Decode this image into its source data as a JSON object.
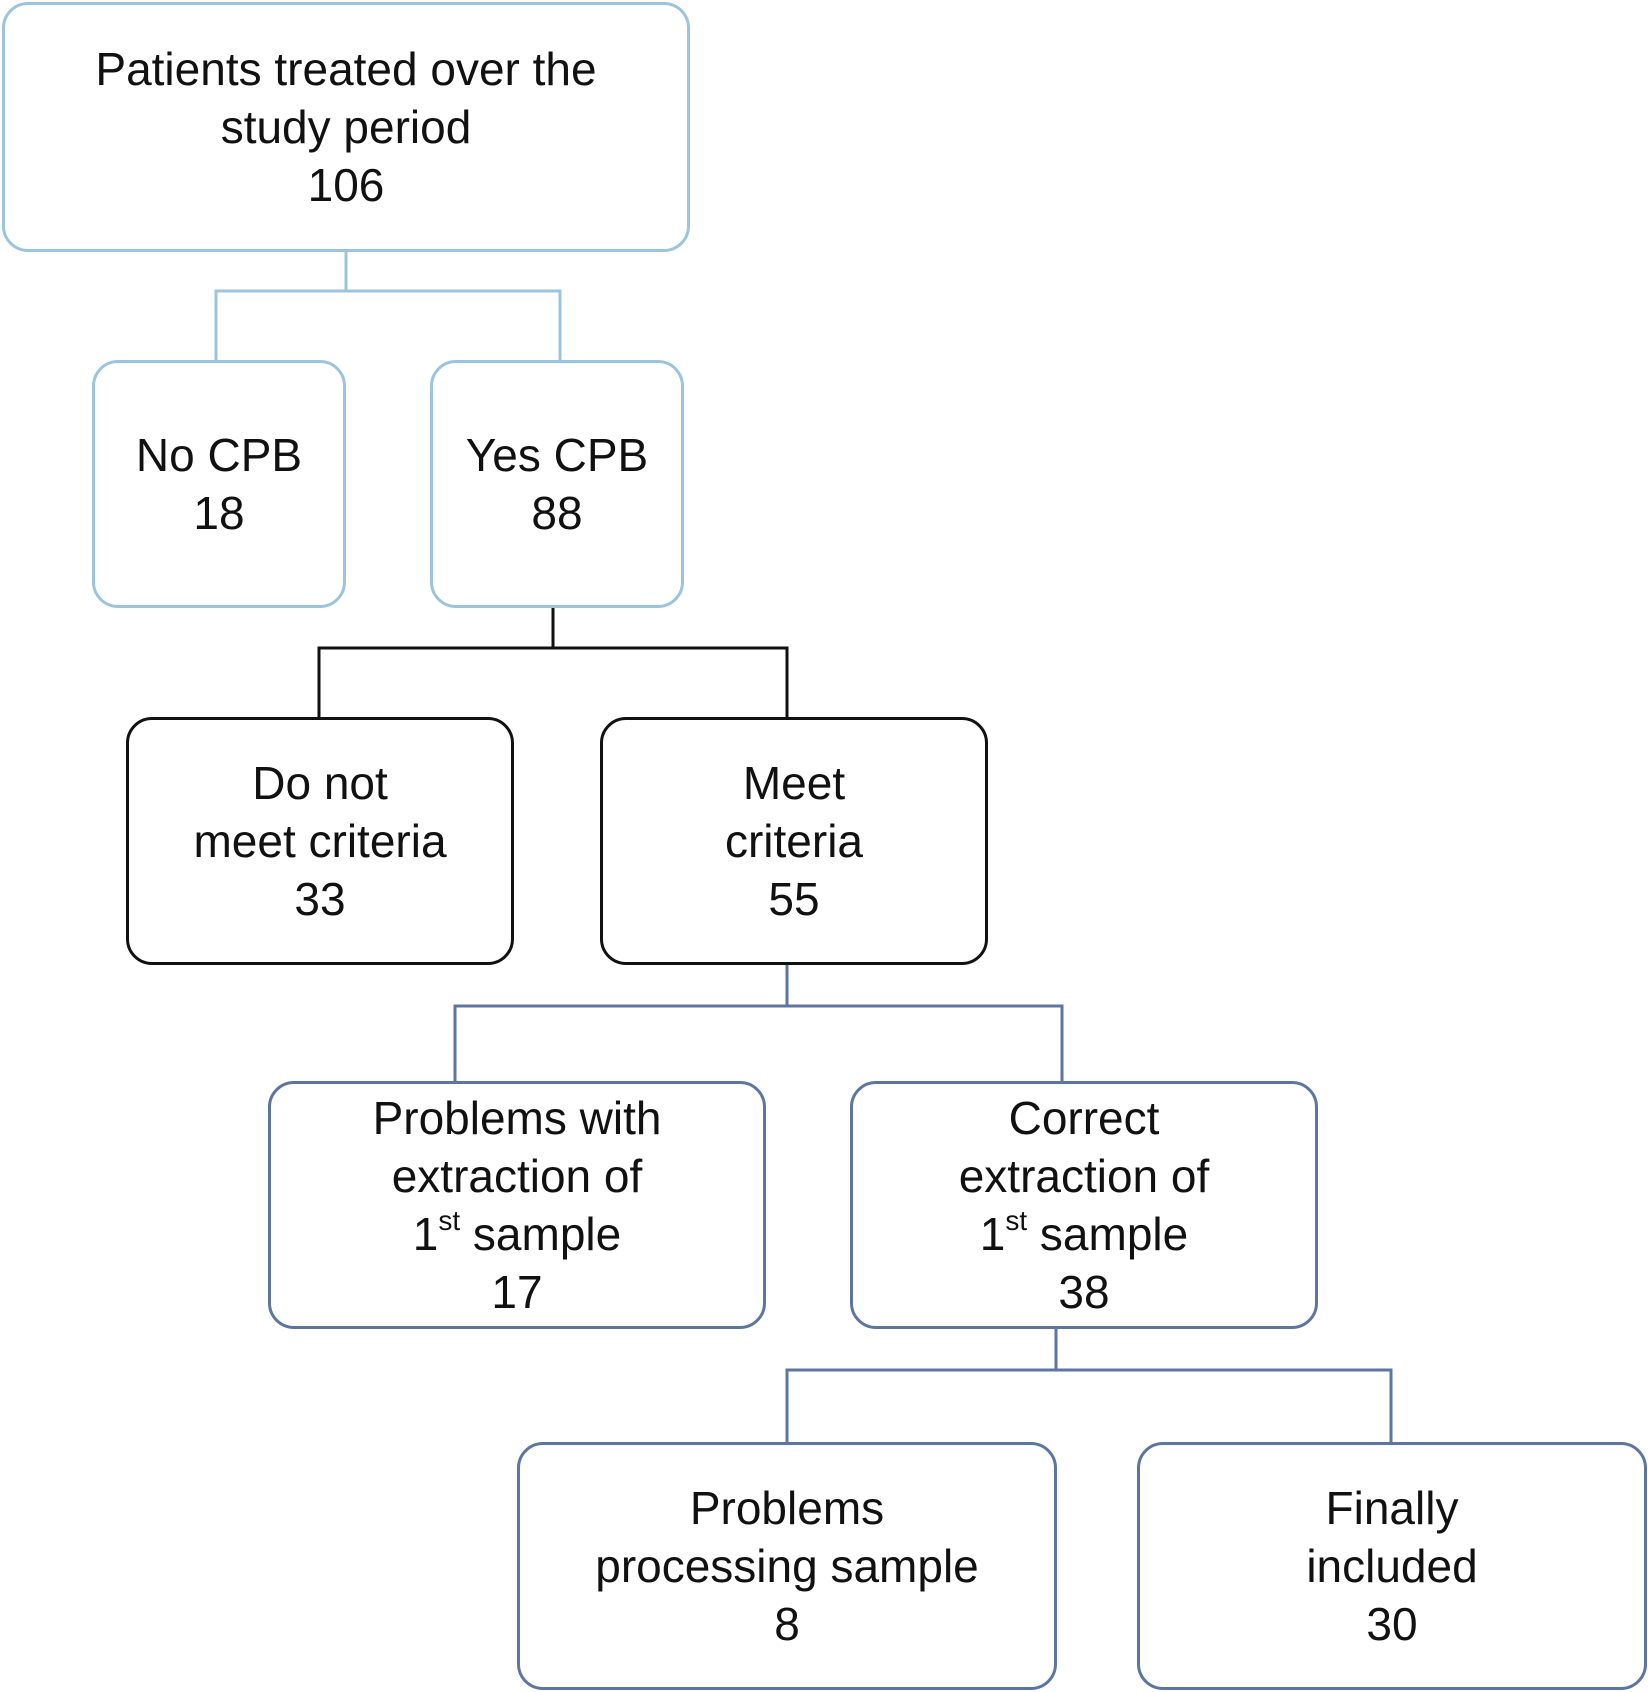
{
  "nodes": {
    "total": {
      "lines": [
        "Patients treated over the",
        "study period"
      ],
      "count": "106"
    },
    "no_cpb": {
      "lines": [
        "No CPB"
      ],
      "count": "18"
    },
    "yes_cpb": {
      "lines": [
        "Yes CPB"
      ],
      "count": "88"
    },
    "not_meet": {
      "lines": [
        "Do not",
        "meet criteria"
      ],
      "count": "33"
    },
    "meet": {
      "lines": [
        "Meet",
        "criteria"
      ],
      "count": "55"
    },
    "problems_extraction": {
      "lines": [
        "Problems with",
        "extraction of"
      ],
      "ordinal_num": "1",
      "ordinal_sup": "st",
      "ordinal_rest": " sample",
      "count": "17"
    },
    "correct_extraction": {
      "lines": [
        "Correct",
        "extraction of"
      ],
      "ordinal_num": "1",
      "ordinal_sup": "st",
      "ordinal_rest": " sample",
      "count": "38"
    },
    "problems_processing": {
      "lines": [
        "Problems",
        "processing sample"
      ],
      "count": "8"
    },
    "finally_included": {
      "lines": [
        "Finally",
        "included"
      ],
      "count": "30"
    }
  },
  "colors": {
    "level1": "#9cc4dd",
    "level2": "#111111",
    "level3": "#5c76a0"
  }
}
